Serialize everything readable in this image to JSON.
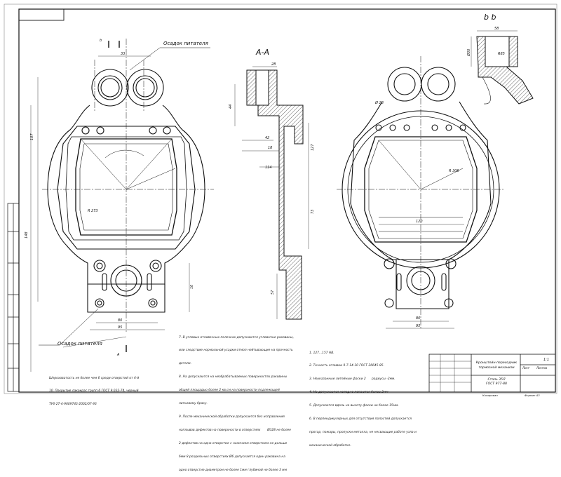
{
  "views": {
    "section_aa": "A-A",
    "section_bb": "b b",
    "cut_marks": {
      "a": "A",
      "b": "b"
    }
  },
  "callouts": {
    "leader_top": "Осадок питателя",
    "leader_bottom": "Осадок питателя"
  },
  "notes_left": [
    "Шероховатость не более чем 6 среди отверстий от 4-й",
    "10. Покрытие лакокрас групп 6 ГОСТ 9.032-74, черный",
    "ТУ6-27-4-9609743-2002/07-93"
  ],
  "notes_middle": [
    "7. В угловых отливочных полочках допускаются угловатые раковины,",
    "или следствие нормальной усадки отмоп нейтьвающие на прочность",
    "детали.",
    "8. На допускаются на необрабатываемых поверхностях раковины",
    "общей площадью более 2 кв.см на поверхности подлежащей",
    "литьевому браку.",
    "9. После механической обработки допускается без исправления",
    "наплывов дефектов на поверхности в отверстиях       Ø328 не более",
    "2 дефектов на одно отверстие с наличием отверстием не дальше",
    "6мм 8 роздельных отверстиях Ø6 допускается один раковина на",
    "одно отверстие диаметром не более 1мм глубиной не более 3 мм"
  ],
  "notes_right": [
    "1. 127...157 HB.",
    "2. Точность отливки 9-7-14-10 ГОСТ 26645-85.",
    "3. Неуказанные литейные фаски 2      радиусы -2мм.",
    "4. Не допускается холодно лопаются более 2мм",
    "5. Допускается вдоль на высоту фаски не более 15мм.",
    "6. В перпендикулярных для отсутствия полостей допускается",
    "прогар, пожары, пропуски металла, не несвающие работе узла и",
    "механической обработке."
  ],
  "title_block": {
    "name": "Кронштейн-переходник\nтормозной механизм",
    "material": "Сталь 35Л\nГОСТ 977-88",
    "sheet_label": "Лист",
    "sheets_label": "Листов",
    "scale": "1:1",
    "copied": "Копировал",
    "format": "Формат   А3"
  }
}
